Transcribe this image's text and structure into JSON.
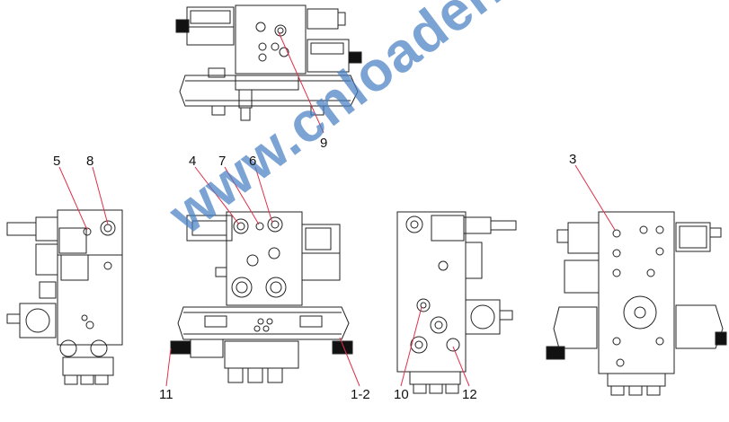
{
  "watermark": {
    "text": "www.cnloader.com",
    "color": "#4880c4"
  },
  "colors": {
    "line": "#111111",
    "leader": "#e0304a",
    "stroke": "#222222"
  },
  "callouts": {
    "c9": "9",
    "c5": "5",
    "c8": "8",
    "c4": "4",
    "c7": "7",
    "c6": "6",
    "c3": "3",
    "c11": "11",
    "c1_2": "1-2",
    "c10": "10",
    "c12": "12"
  }
}
